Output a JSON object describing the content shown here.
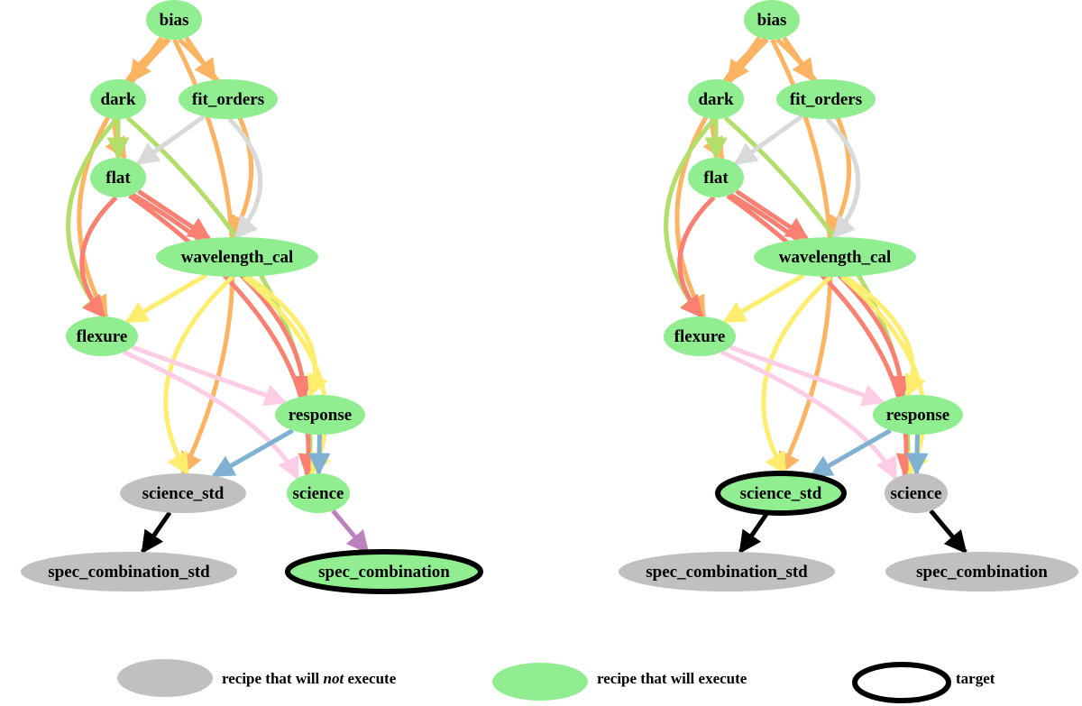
{
  "colors": {
    "execute": "#90EE90",
    "not_execute": "#C0C0C0",
    "target_outline": "#000000",
    "edge_bias": "#FDB462",
    "edge_dark": "#B3DE69",
    "edge_fit_orders": "#D9D9D9",
    "edge_flat": "#FB8072",
    "edge_wavelength_cal": "#FFED6F",
    "edge_flexure": "#FCCDE5",
    "edge_response": "#80B1D3",
    "edge_science": "#BC80BD",
    "edge_skipped": "#000000"
  },
  "graphs": [
    {
      "name": "left",
      "target": "spec_combination",
      "nodes": [
        {
          "id": "bias",
          "label": "bias",
          "status": "execute"
        },
        {
          "id": "dark",
          "label": "dark",
          "status": "execute"
        },
        {
          "id": "fit_orders",
          "label": "fit_orders",
          "status": "execute"
        },
        {
          "id": "flat",
          "label": "flat",
          "status": "execute"
        },
        {
          "id": "wavelength_cal",
          "label": "wavelength_cal",
          "status": "execute"
        },
        {
          "id": "flexure",
          "label": "flexure",
          "status": "execute"
        },
        {
          "id": "response",
          "label": "response",
          "status": "execute"
        },
        {
          "id": "science_std",
          "label": "science_std",
          "status": "not_execute"
        },
        {
          "id": "science",
          "label": "science",
          "status": "execute"
        },
        {
          "id": "spec_combination_std",
          "label": "spec_combination_std",
          "status": "not_execute"
        },
        {
          "id": "spec_combination",
          "label": "spec_combination",
          "status": "execute"
        }
      ],
      "edges": [
        [
          "bias",
          "dark",
          "edge_bias"
        ],
        [
          "bias",
          "fit_orders",
          "edge_bias"
        ],
        [
          "bias",
          "flat",
          "edge_bias"
        ],
        [
          "bias",
          "wavelength_cal",
          "edge_bias"
        ],
        [
          "bias",
          "flexure",
          "edge_bias"
        ],
        [
          "bias",
          "science_std",
          "edge_bias"
        ],
        [
          "dark",
          "flat",
          "edge_dark"
        ],
        [
          "dark",
          "flexure",
          "edge_dark"
        ],
        [
          "dark",
          "science",
          "edge_dark"
        ],
        [
          "fit_orders",
          "flat",
          "edge_fit_orders"
        ],
        [
          "fit_orders",
          "wavelength_cal",
          "edge_fit_orders"
        ],
        [
          "flat",
          "wavelength_cal",
          "edge_flat"
        ],
        [
          "flat",
          "flexure",
          "edge_flat"
        ],
        [
          "flat",
          "response",
          "edge_flat"
        ],
        [
          "flat",
          "science",
          "edge_flat"
        ],
        [
          "wavelength_cal",
          "flexure",
          "edge_wavelength_cal"
        ],
        [
          "wavelength_cal",
          "response",
          "edge_wavelength_cal"
        ],
        [
          "wavelength_cal",
          "science_std",
          "edge_wavelength_cal"
        ],
        [
          "wavelength_cal",
          "science",
          "edge_wavelength_cal"
        ],
        [
          "flexure",
          "response",
          "edge_flexure"
        ],
        [
          "flexure",
          "science",
          "edge_flexure"
        ],
        [
          "response",
          "science_std",
          "edge_response"
        ],
        [
          "response",
          "science",
          "edge_response"
        ],
        [
          "science_std",
          "spec_combination_std",
          "edge_skipped"
        ],
        [
          "science",
          "spec_combination",
          "edge_science"
        ]
      ]
    },
    {
      "name": "right",
      "target": "science_std",
      "nodes": [
        {
          "id": "bias",
          "label": "bias",
          "status": "execute"
        },
        {
          "id": "dark",
          "label": "dark",
          "status": "execute"
        },
        {
          "id": "fit_orders",
          "label": "fit_orders",
          "status": "execute"
        },
        {
          "id": "flat",
          "label": "flat",
          "status": "execute"
        },
        {
          "id": "wavelength_cal",
          "label": "wavelength_cal",
          "status": "execute"
        },
        {
          "id": "flexure",
          "label": "flexure",
          "status": "execute"
        },
        {
          "id": "response",
          "label": "response",
          "status": "execute"
        },
        {
          "id": "science_std",
          "label": "science_std",
          "status": "execute"
        },
        {
          "id": "science",
          "label": "science",
          "status": "not_execute"
        },
        {
          "id": "spec_combination_std",
          "label": "spec_combination_std",
          "status": "not_execute"
        },
        {
          "id": "spec_combination",
          "label": "spec_combination",
          "status": "not_execute"
        }
      ],
      "edges": [
        [
          "bias",
          "dark",
          "edge_bias"
        ],
        [
          "bias",
          "fit_orders",
          "edge_bias"
        ],
        [
          "bias",
          "flat",
          "edge_bias"
        ],
        [
          "bias",
          "wavelength_cal",
          "edge_bias"
        ],
        [
          "bias",
          "flexure",
          "edge_bias"
        ],
        [
          "bias",
          "science_std",
          "edge_bias"
        ],
        [
          "dark",
          "flat",
          "edge_dark"
        ],
        [
          "dark",
          "flexure",
          "edge_dark"
        ],
        [
          "dark",
          "science",
          "edge_dark"
        ],
        [
          "fit_orders",
          "flat",
          "edge_fit_orders"
        ],
        [
          "fit_orders",
          "wavelength_cal",
          "edge_fit_orders"
        ],
        [
          "flat",
          "wavelength_cal",
          "edge_flat"
        ],
        [
          "flat",
          "flexure",
          "edge_flat"
        ],
        [
          "flat",
          "response",
          "edge_flat"
        ],
        [
          "flat",
          "science",
          "edge_flat"
        ],
        [
          "wavelength_cal",
          "flexure",
          "edge_wavelength_cal"
        ],
        [
          "wavelength_cal",
          "response",
          "edge_wavelength_cal"
        ],
        [
          "wavelength_cal",
          "science_std",
          "edge_wavelength_cal"
        ],
        [
          "wavelength_cal",
          "science",
          "edge_wavelength_cal"
        ],
        [
          "flexure",
          "response",
          "edge_flexure"
        ],
        [
          "flexure",
          "science",
          "edge_flexure"
        ],
        [
          "response",
          "science_std",
          "edge_response"
        ],
        [
          "response",
          "science",
          "edge_response"
        ],
        [
          "science_std",
          "spec_combination_std",
          "edge_skipped"
        ],
        [
          "science",
          "spec_combination",
          "edge_skipped"
        ]
      ]
    }
  ],
  "legend": {
    "not_execute_pre": "recipe that will ",
    "not_execute_em": "not",
    "not_execute_post": " execute",
    "execute": "recipe that will execute",
    "target": "target"
  }
}
